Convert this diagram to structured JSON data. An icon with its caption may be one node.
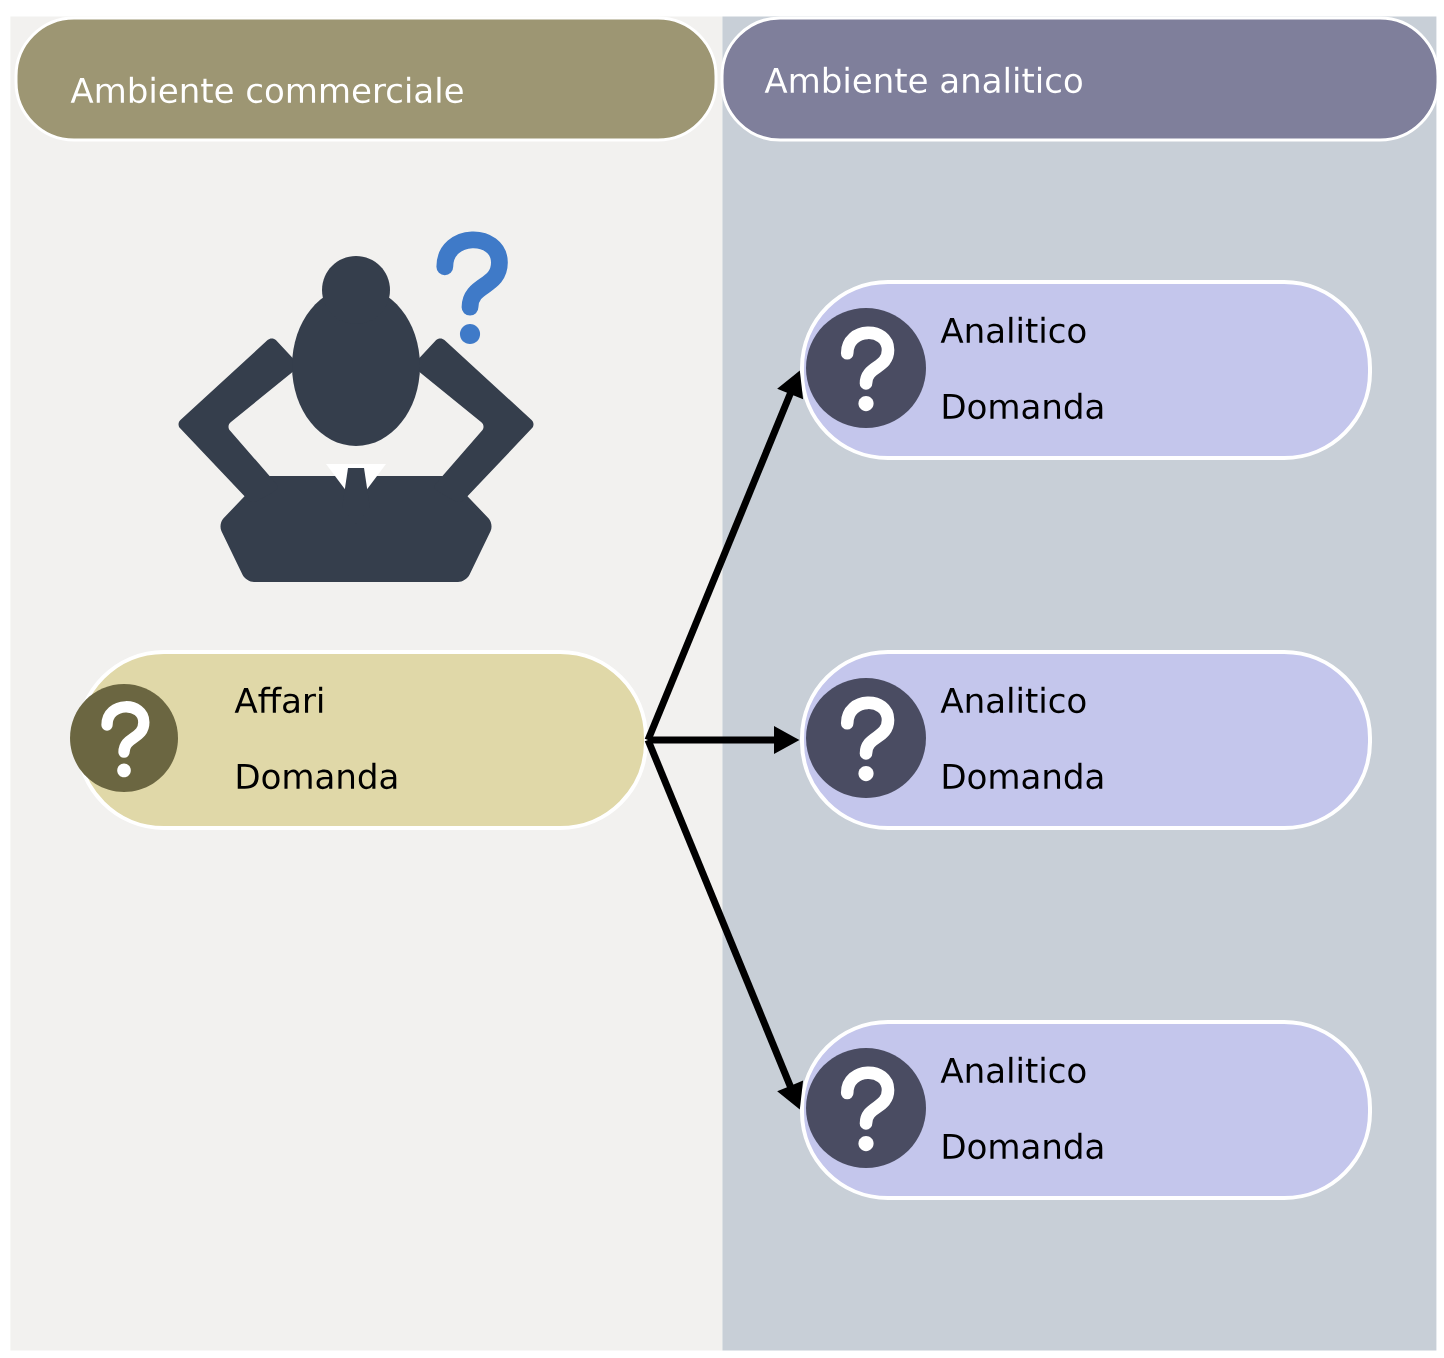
{
  "diagram": {
    "nodes": [
      {
        "text": [
          "Ambiente commerciale"
        ]
      },
      {
        "text": [
          "Ambiente analitico"
        ]
      },
      {
        "text": [
          "Affari Domanda"
        ],
        "in": 0
      },
      {
        "text": [
          "Analitico Domanda"
        ],
        "in": 1
      },
      {
        "text": [
          "Analitico Domanda"
        ],
        "in": 1
      },
      {
        "text": [
          "Analitico Domanda"
        ],
        "in": 1
      }
    ],
    "edges": [
      {
        "from": 2,
        "to": 3,
        "arrow": "to"
      },
      {
        "from": 2,
        "to": 4,
        "arrow": "to"
      },
      {
        "from": 2,
        "to": 5,
        "arrow": "to"
      }
    ]
  }
}
